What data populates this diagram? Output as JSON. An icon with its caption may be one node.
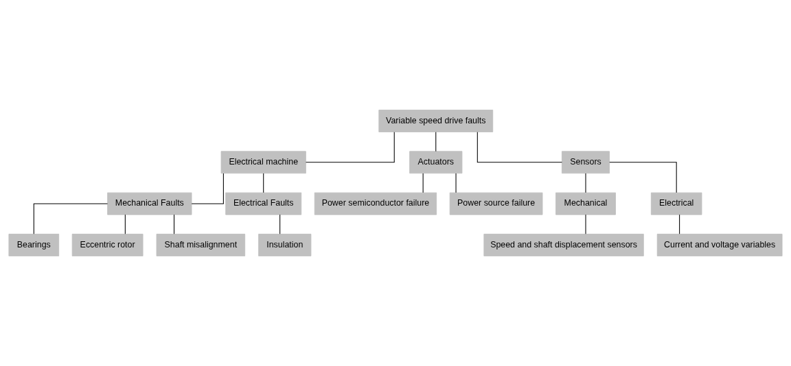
{
  "diagram": {
    "nodes": [
      {
        "text": [
          "Variable speed drive faults"
        ]
      },
      {
        "text": [
          "Electrical machine"
        ]
      },
      {
        "text": [
          "Actuators"
        ]
      },
      {
        "text": [
          "Sensors"
        ]
      },
      {
        "text": [
          "Mechanical Faults"
        ]
      },
      {
        "text": [
          "Electrical Faults"
        ]
      },
      {
        "text": [
          "Bearings"
        ]
      },
      {
        "text": [
          "Eccentric rotor"
        ]
      },
      {
        "text": [
          "Shaft misalignment"
        ]
      },
      {
        "text": [
          "Insulation"
        ]
      },
      {
        "text": [
          "Power semiconductor failure"
        ]
      },
      {
        "text": [
          "Power source failure"
        ]
      },
      {
        "text": [
          "Mechanical"
        ]
      },
      {
        "text": [
          "Electrical"
        ]
      },
      {
        "text": [
          "Speed and shaft displacement sensors"
        ]
      },
      {
        "text": [
          "Current and voltage variables"
        ]
      }
    ],
    "edges": [
      {
        "from": 0,
        "to": 1,
        "arrow": "none"
      },
      {
        "from": 0,
        "to": 2,
        "arrow": "none"
      },
      {
        "from": 0,
        "to": 3,
        "arrow": "none"
      },
      {
        "from": 1,
        "to": 4,
        "arrow": "none"
      },
      {
        "from": 1,
        "to": 5,
        "arrow": "none"
      },
      {
        "from": 4,
        "to": 6,
        "arrow": "none"
      },
      {
        "from": 4,
        "to": 7,
        "arrow": "none"
      },
      {
        "from": 4,
        "to": 8,
        "arrow": "none"
      },
      {
        "from": 5,
        "to": 9,
        "arrow": "none"
      },
      {
        "from": 2,
        "to": 10,
        "arrow": "none"
      },
      {
        "from": 2,
        "to": 11,
        "arrow": "none"
      },
      {
        "from": 3,
        "to": 12,
        "arrow": "none"
      },
      {
        "from": 3,
        "to": 13,
        "arrow": "none"
      },
      {
        "from": 12,
        "to": 14,
        "arrow": "none"
      },
      {
        "from": 13,
        "to": 15,
        "arrow": "none"
      }
    ]
  }
}
